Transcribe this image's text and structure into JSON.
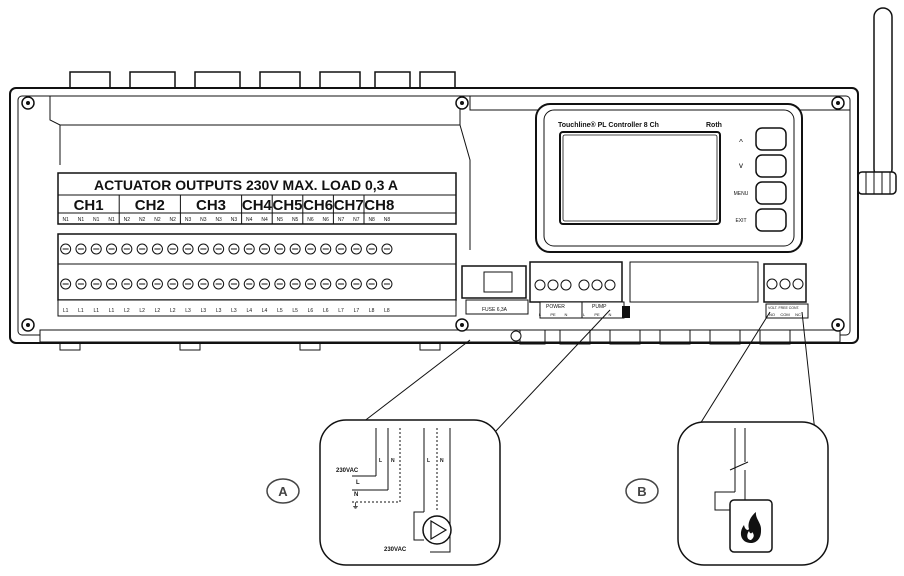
{
  "controller": {
    "header": "ACTUATOR OUTPUTS 230V MAX. LOAD 0,3 A",
    "channels": [
      "CH1",
      "CH2",
      "CH3",
      "CH4",
      "CH5",
      "CH6",
      "CH7",
      "CH8"
    ],
    "n_terminals": [
      [
        "N1",
        "N1",
        "N1",
        "N1"
      ],
      [
        "N2",
        "N2",
        "N2",
        "N2"
      ],
      [
        "N3",
        "N3",
        "N3",
        "N3"
      ],
      [
        "N4",
        "N4"
      ],
      [
        "N5",
        "N5"
      ],
      [
        "N6",
        "N6"
      ],
      [
        "N7",
        "N7"
      ],
      [
        "N8",
        "N8"
      ]
    ],
    "l_terminals": [
      [
        "L1",
        "L1",
        "L1",
        "L1"
      ],
      [
        "L2",
        "L2",
        "L2",
        "L2"
      ],
      [
        "L3",
        "L3",
        "L3",
        "L3"
      ],
      [
        "L4",
        "L4"
      ],
      [
        "L5",
        "L5"
      ],
      [
        "L6",
        "L6"
      ],
      [
        "L7",
        "L7"
      ],
      [
        "L8",
        "L8"
      ]
    ],
    "fuse_label": "FUSE 6,3A",
    "power_label": "POWER",
    "power_terminals": [
      "L",
      "PE",
      "N"
    ],
    "pump_label": "PUMP",
    "pump_terminals": [
      "L",
      "PE",
      "N"
    ],
    "boiler_terminals": [
      "NO",
      "COM",
      "NC"
    ],
    "boiler_header": "VOLT. FREE CONT."
  },
  "display": {
    "title": "Touchline® PL Controller 8 Ch",
    "brand": "Roth",
    "button_labels": [
      "^",
      "v",
      "MENU",
      "EXIT"
    ]
  },
  "detail_a": {
    "badge": "A",
    "supply_label": "230VAC",
    "wire_labels": [
      "L",
      "N",
      "⏚"
    ],
    "top_terminals": [
      "L",
      "N",
      "L",
      "N"
    ],
    "pump_supply_label": "230VAC"
  },
  "detail_b": {
    "badge": "B"
  }
}
